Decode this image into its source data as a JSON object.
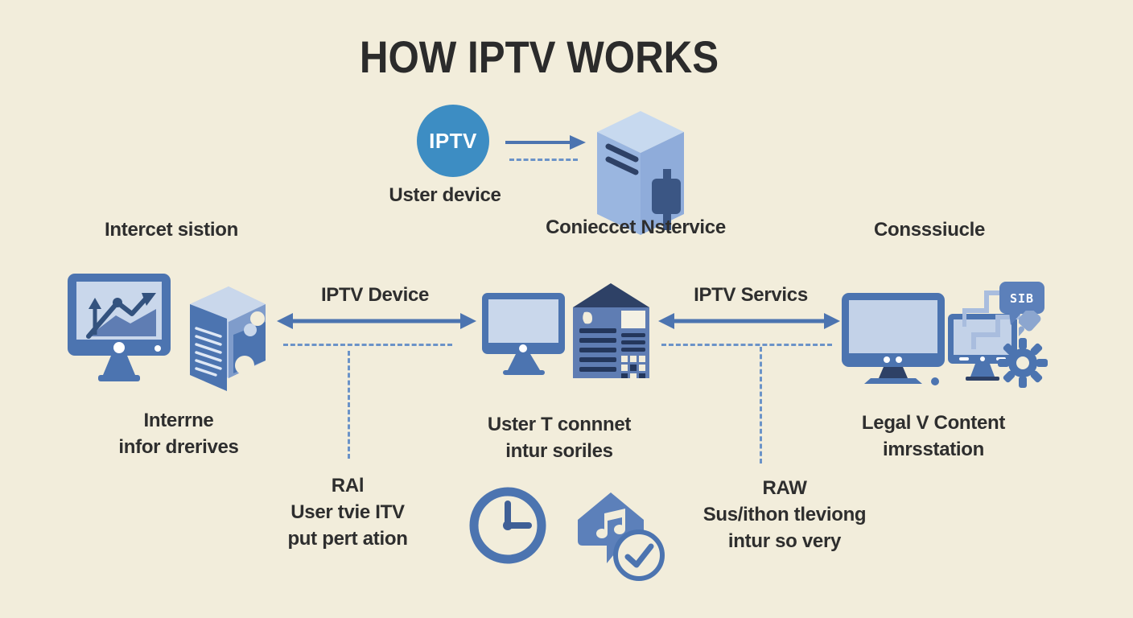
{
  "title": "HOW IPTV WORKS",
  "top": {
    "badge": "IPTV",
    "badge_caption": "Uster device",
    "server_caption": "Conieccet Nstervice"
  },
  "section_labels": {
    "left": "Intercet sistion",
    "right": "Consssiucle"
  },
  "flow": {
    "arrow_left_label": "IPTV Device",
    "arrow_right_label": "IPTV Servics"
  },
  "captions": {
    "left": [
      "Interrne",
      "infor drerives"
    ],
    "center": [
      "Uster T connnet",
      "intur soriles"
    ],
    "right": [
      "Legal V Content",
      "imrsstation"
    ]
  },
  "notes": {
    "left": [
      "RAl",
      "User tvie ITV",
      "put pert ation"
    ],
    "right": [
      "RAW",
      "Sus/ithon tleviong",
      "intur so very"
    ]
  },
  "icons": {
    "sib_bubble": "SIB"
  },
  "colors": {
    "background": "#F2EDDB",
    "text": "#2F2F2F",
    "primary_blue": "#4C74B0",
    "badge_blue": "#3D8DC3",
    "light_blue": "#C9D7EB",
    "dashed_blue": "#6B93C8",
    "navy": "#2E4166"
  }
}
